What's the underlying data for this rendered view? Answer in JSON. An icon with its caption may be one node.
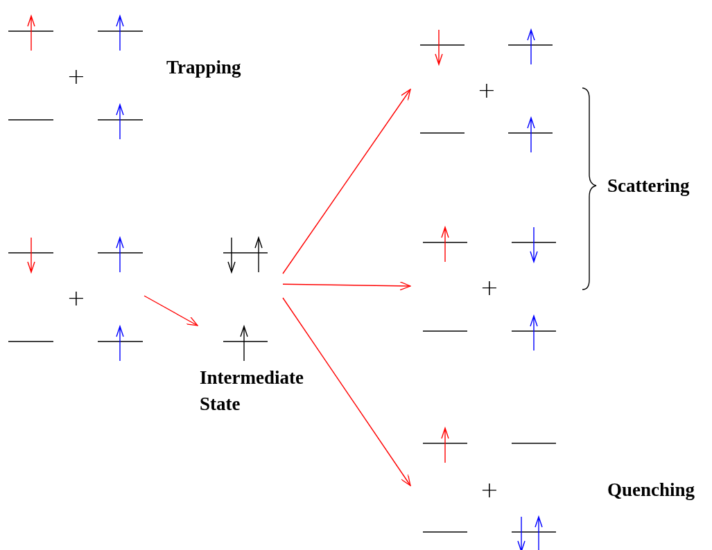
{
  "diagram": {
    "nodes": [
      {
        "text": [
          "+"
        ]
      },
      {
        "text": [
          "+"
        ]
      },
      {
        "text": [
          "Intermediate State"
        ]
      },
      {
        "text": [
          "+"
        ]
      },
      {
        "text": [
          "+"
        ]
      },
      {
        "text": [
          "+"
        ]
      }
    ],
    "edges": [
      {
        "from": 1,
        "to": 2,
        "arrow": "to"
      },
      {
        "from": 2,
        "to": 3,
        "arrow": "to"
      },
      {
        "from": 2,
        "to": 4,
        "arrow": "to"
      },
      {
        "from": 2,
        "to": 5,
        "arrow": "to"
      }
    ],
    "labels": [
      "Trapping",
      "Scattering",
      "Quenching"
    ]
  }
}
